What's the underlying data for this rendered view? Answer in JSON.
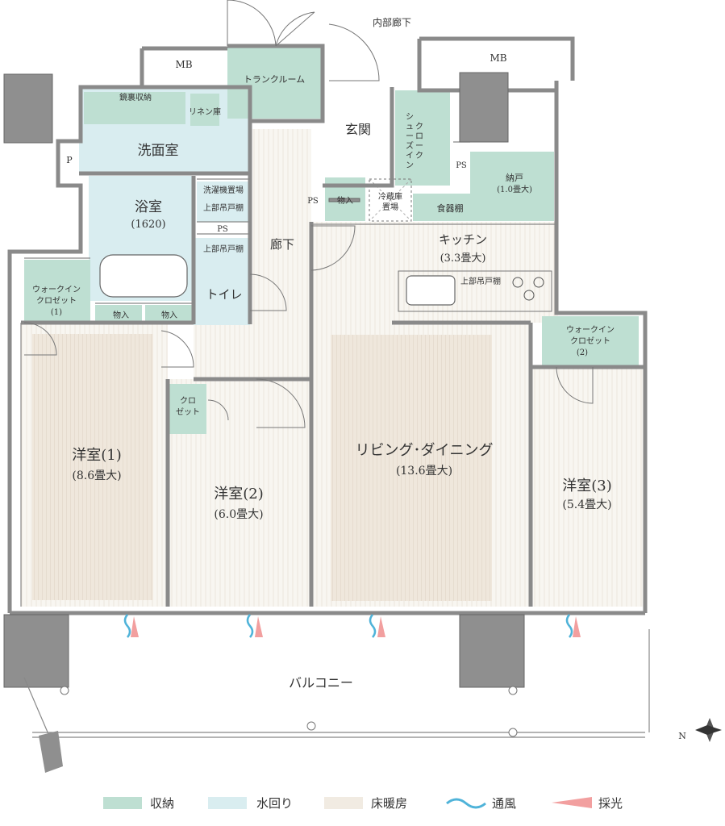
{
  "colors": {
    "storage": "#bedfd2",
    "wet": "#d9edf0",
    "floor_heating": "#f1ebe2",
    "wall": "#8a8a8a",
    "column": "#8f8f8f",
    "ventilation": "#4fb3d9",
    "daylight": "#f29f9f"
  },
  "labels": {
    "inner_corridor": "内部廊下",
    "mb_left": "MB",
    "mb_right": "MB",
    "trunk_room": "トランクルーム",
    "linen": "リネン庫",
    "ceiling_storage": "鏡裏収納",
    "washroom": "洗面室",
    "p": "P",
    "bath": "浴室",
    "bath_size": "(1620)",
    "washer": "洗濯機置場",
    "upper_cab_1": "上部吊戸棚",
    "ps_1": "PS",
    "upper_cab_2": "上部吊戸棚",
    "toilet": "トイレ",
    "corridor": "廊下",
    "entrance": "玄関",
    "shoe_closet": [
      "シ",
      "ュ",
      "ー",
      "ズ",
      "イ",
      "ン",
      "ク",
      "ロ",
      "ー",
      "ク"
    ],
    "ps_2": "PS",
    "storage_s": "物入",
    "fridge_1": "冷蔵庫",
    "fridge_2": "置場",
    "dish_shelf": "食器棚",
    "ps_3": "PS",
    "nando": "納戸",
    "nando_size": "(1.0畳大)",
    "kitchen": "キッチン",
    "kitchen_size": "(3.3畳大)",
    "upper_cab_3": "上部吊戸棚",
    "wic1_1": "ウォークイン",
    "wic1_2": "クロゼット",
    "wic1_3": "(1)",
    "mono1": "物入",
    "mono2": "物入",
    "wic2_1": "ウォークイン",
    "wic2_2": "クロゼット",
    "wic2_3": "(2)",
    "closet_1": "クロ",
    "closet_2": "ゼット",
    "room1": "洋室(1)",
    "room1_size": "(8.6畳大)",
    "room2": "洋室(2)",
    "room2_size": "(6.0畳大)",
    "ldk": "リビング･ダイニング",
    "ldk_size": "(13.6畳大)",
    "room3": "洋室(3)",
    "room3_size": "(5.4畳大)",
    "balcony": "バルコニー",
    "north": "N"
  },
  "legend": [
    {
      "label": "収納",
      "color": "#bedfd2"
    },
    {
      "label": "水回り",
      "color": "#d9edf0"
    },
    {
      "label": "床暖房",
      "color": "#f1ebe2"
    },
    {
      "label": "通風",
      "color": "#4fb3d9"
    },
    {
      "label": "採光",
      "color": "#f29f9f"
    }
  ]
}
